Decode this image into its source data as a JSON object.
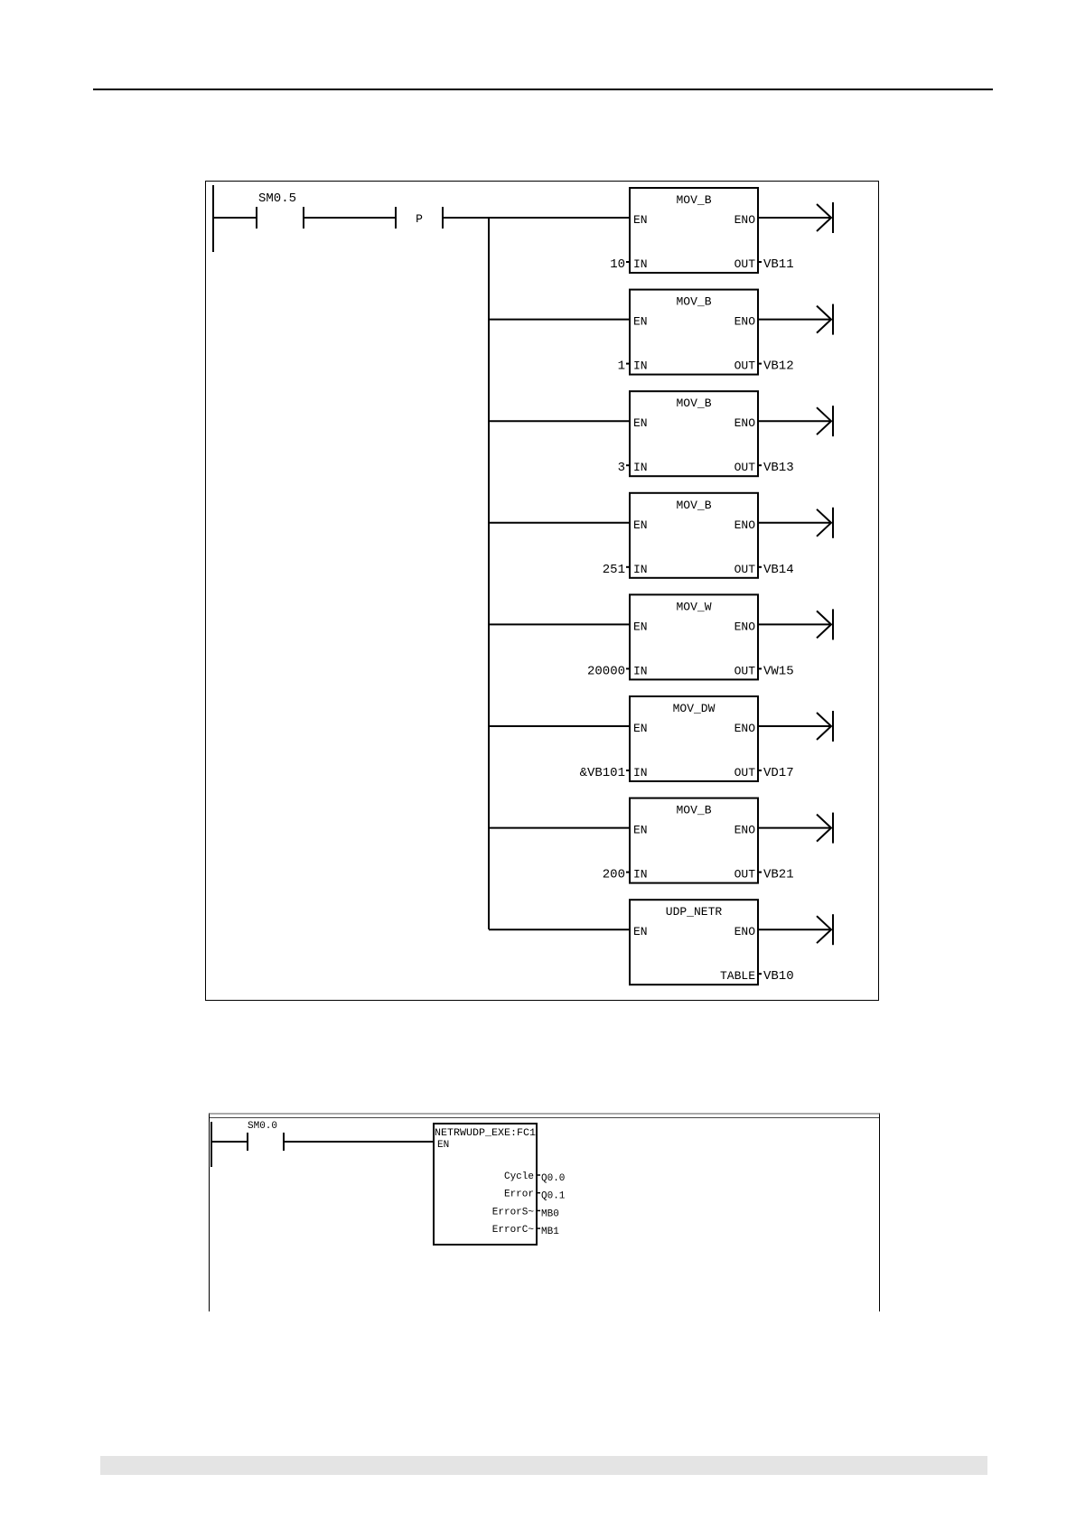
{
  "network1": {
    "contact": "SM0.5",
    "edge_label": "P",
    "blocks": [
      {
        "title": "MOV_B",
        "en": "EN",
        "eno": "ENO",
        "in_label": "IN",
        "out_label": "OUT",
        "in_value": "10",
        "out_value": "VB11"
      },
      {
        "title": "MOV_B",
        "en": "EN",
        "eno": "ENO",
        "in_label": "IN",
        "out_label": "OUT",
        "in_value": "1",
        "out_value": "VB12"
      },
      {
        "title": "MOV_B",
        "en": "EN",
        "eno": "ENO",
        "in_label": "IN",
        "out_label": "OUT",
        "in_value": "3",
        "out_value": "VB13"
      },
      {
        "title": "MOV_B",
        "en": "EN",
        "eno": "ENO",
        "in_label": "IN",
        "out_label": "OUT",
        "in_value": "251",
        "out_value": "VB14"
      },
      {
        "title": "MOV_W",
        "en": "EN",
        "eno": "ENO",
        "in_label": "IN",
        "out_label": "OUT",
        "in_value": "20000",
        "out_value": "VW15"
      },
      {
        "title": "MOV_DW",
        "en": "EN",
        "eno": "ENO",
        "in_label": "IN",
        "out_label": "OUT",
        "in_value": "&VB101",
        "out_value": "VD17"
      },
      {
        "title": "MOV_B",
        "en": "EN",
        "eno": "ENO",
        "in_label": "IN",
        "out_label": "OUT",
        "in_value": "200",
        "out_value": "VB21"
      },
      {
        "title": "UDP_NETR",
        "en": "EN",
        "eno": "ENO",
        "in_label": "",
        "out_label": "TABLE",
        "in_value": "",
        "out_value": "VB10"
      }
    ]
  },
  "network2": {
    "contact": "SM0.0",
    "block_title": "NETRWUDP_EXE:FC1",
    "en": "EN",
    "outputs": [
      {
        "label": "Cycle",
        "value": "Q0.0"
      },
      {
        "label": "Error",
        "value": "Q0.1"
      },
      {
        "label": "ErrorS~",
        "value": "MB0"
      },
      {
        "label": "ErrorC~",
        "value": "MB1"
      }
    ]
  }
}
